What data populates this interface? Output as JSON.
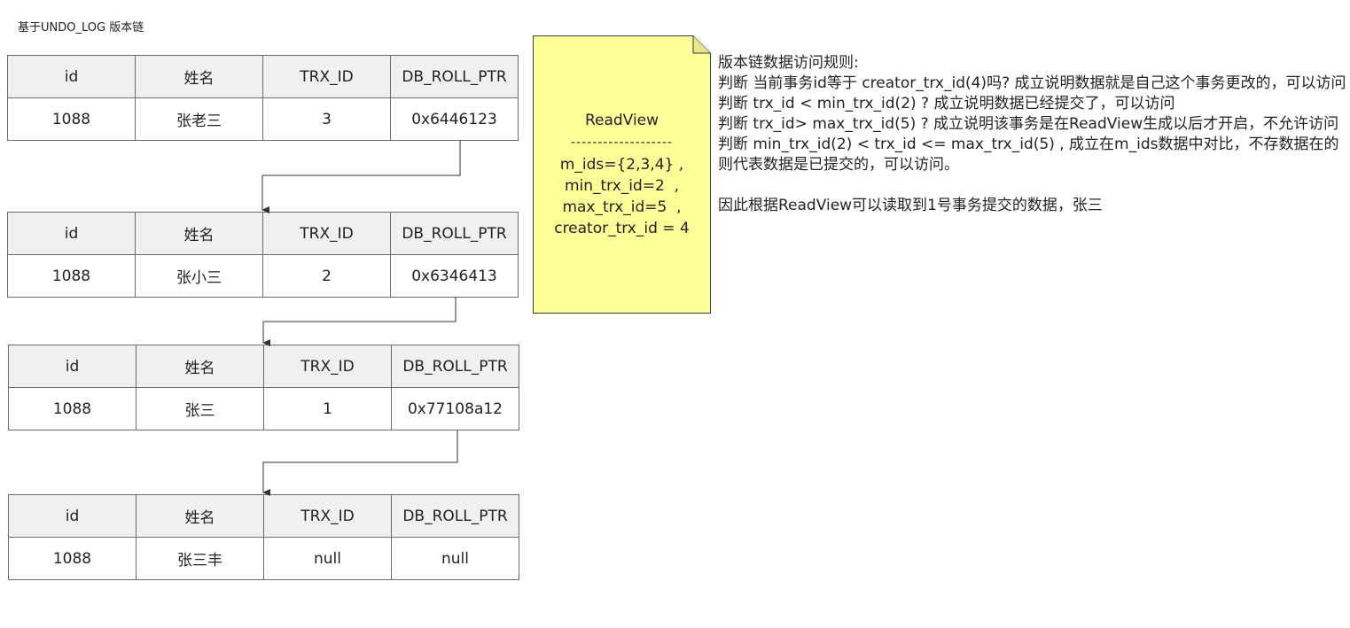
{
  "diagram_title": "基于UNDO_LOG 版本链",
  "tables": [
    {
      "headers": [
        "id",
        "姓名",
        "TRX_ID",
        "DB_ROLL_PTR"
      ],
      "row": [
        "1088",
        "张老三",
        "3",
        "0x6446123"
      ]
    },
    {
      "headers": [
        "id",
        "姓名",
        "TRX_ID",
        "DB_ROLL_PTR"
      ],
      "row": [
        "1088",
        "张小三",
        "2",
        "0x6346413"
      ]
    },
    {
      "headers": [
        "id",
        "姓名",
        "TRX_ID",
        "DB_ROLL_PTR"
      ],
      "row": [
        "1088",
        "张三",
        "1",
        "0x77108a12"
      ]
    },
    {
      "headers": [
        "id",
        "姓名",
        "TRX_ID",
        "DB_ROLL_PTR"
      ],
      "row": [
        "1088",
        "张三丰",
        "null",
        "null"
      ]
    }
  ],
  "readview": {
    "title": "ReadView",
    "separator": "-------------------",
    "lines": [
      "m_ids={2,3,4} ,",
      "min_trx_id=2  ,",
      "max_trx_id=5  ,",
      "creator_trx_id = 4"
    ]
  },
  "rules": {
    "heading": "版本链数据访问规则:",
    "items": [
      "判断 当前事务id等于 creator_trx_id(4)吗? 成立说明数据就是自己这个事务更改的，可以访问",
      "判断 trx_id < min_trx_id(2) ? 成立说明数据已经提交了，可以访问",
      "判断 trx_id> max_trx_id(5) ? 成立说明该事务是在ReadView生成以后才开启，不允许访问",
      "判断 min_trx_id(2) < trx_id <= max_trx_id(5) , 成立在m_ids数据中对比，不存数据在的则代表数据是已提交的，可以访问。"
    ],
    "conclusion": "因此根据ReadView可以读取到1号事务提交的数据，张三"
  },
  "colors": {
    "note_fill": "#ffff99",
    "note_border": "#36393d",
    "header_fill": "#f0f0f0",
    "line": "#333333"
  }
}
